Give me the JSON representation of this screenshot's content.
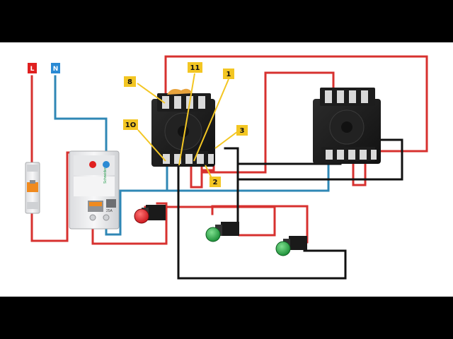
{
  "terminals": {
    "live": "L",
    "neutral": "N"
  },
  "pin_labels": {
    "p8": "8",
    "p11": "11",
    "p1": "1",
    "p10": "1O",
    "p3": "3",
    "p2": "2"
  },
  "rcd": {
    "brand": "Schneider",
    "rating": "25A"
  },
  "colors": {
    "live_wire": "#d7312f",
    "neutral_wire": "#2f87b5",
    "control_wire": "#111111",
    "label_box": "#f3c623",
    "live_terminal": "#e02020",
    "neutral_terminal": "#2a8ad4",
    "stop_button": "#e8262b",
    "start_button": "#25a244"
  },
  "icons": [
    "leader-line-icon",
    "stop-button-icon",
    "start-button-icon",
    "relay-socket-icon",
    "mcb-icon",
    "rcd-icon"
  ]
}
